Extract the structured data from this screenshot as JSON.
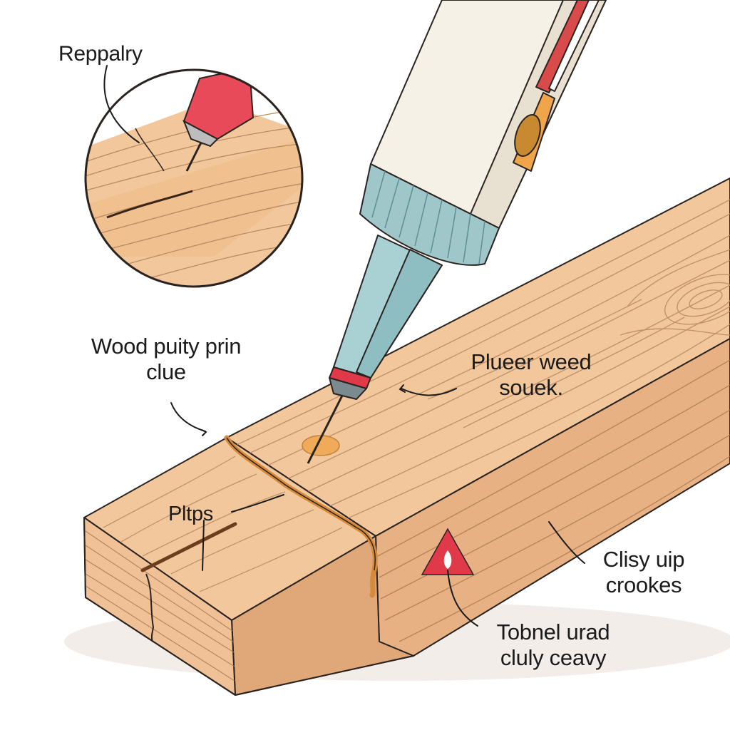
{
  "labels": {
    "inset_title": "Reppalry",
    "putty": {
      "line1": "Wood puity prin",
      "line2": "clue"
    },
    "surface": {
      "line1": "Plueer weed",
      "line2": "souek."
    },
    "chips": "Pltps",
    "cleanup": {
      "line1": "Clisy uip",
      "line2": "crookes"
    },
    "warning": {
      "line1": "Tobnel urad",
      "line2": "cluly ceavy"
    }
  },
  "colors": {
    "wood_top": "#f3c79c",
    "wood_front": "#e7b183",
    "wood_end": "#f0c196",
    "grain": "#b98a62",
    "tube_body": "#f6f1e6",
    "nozzle_cap": "#9fc7c9",
    "nozzle": "#a9d0d3",
    "red_band": "#e03a4a",
    "warning_red": "#e03a4a",
    "glue": "#efaa5a",
    "outline": "#2a2320"
  },
  "icons": [
    "glue-tube-icon",
    "tube-logo-badge",
    "warning-triangle-icon",
    "inset-glue-pen-icon"
  ]
}
